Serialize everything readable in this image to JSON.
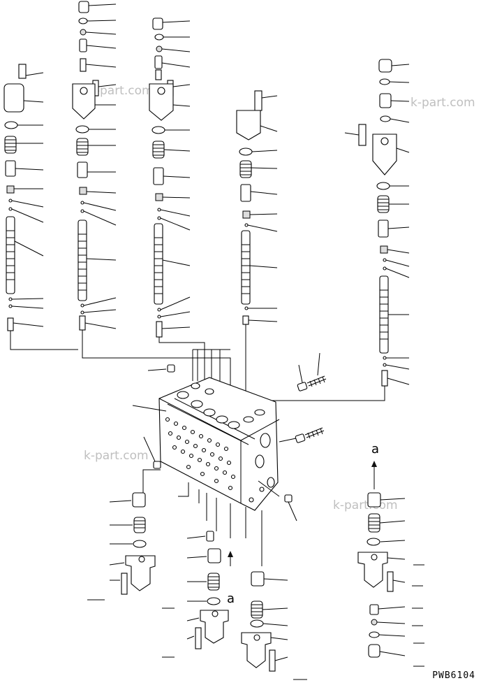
{
  "diagram": {
    "drawing_code": "PWB6104",
    "watermark": "k-part.com",
    "arrow_label": "a"
  }
}
